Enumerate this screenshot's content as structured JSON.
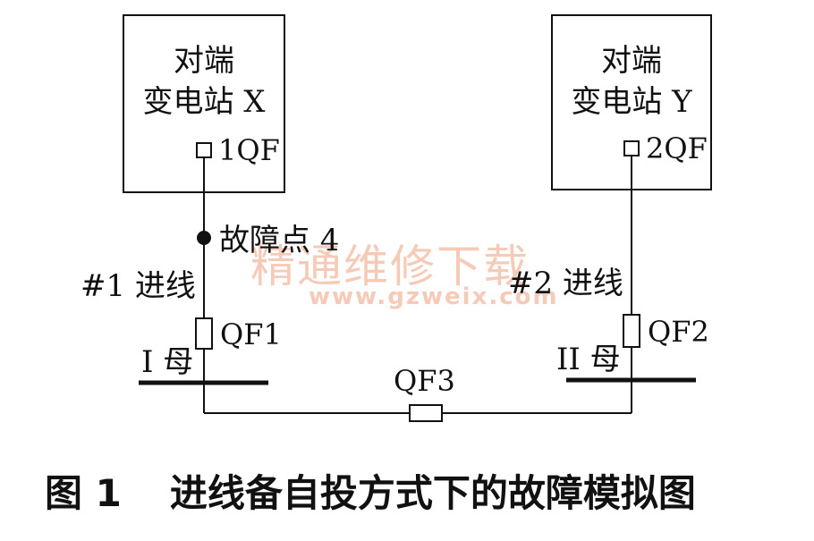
{
  "diagram": {
    "station_x": {
      "line1": "对端",
      "line2": "变电站 X",
      "breaker": "1QF"
    },
    "station_y": {
      "line1": "对端",
      "line2": "变电站 Y",
      "breaker": "2QF"
    },
    "fault_point": "故障点 4",
    "line_1": "#1 进线",
    "line_2": "#2 进线",
    "qf1": "QF1",
    "qf2": "QF2",
    "qf3": "QF3",
    "bus_1": "I 母",
    "bus_2": "II 母"
  },
  "watermark": {
    "title": "精通维修下载",
    "url": "www.gzweix.com"
  },
  "caption": {
    "number": "图 1",
    "text": "进线备自投方式下的故障模拟图"
  }
}
